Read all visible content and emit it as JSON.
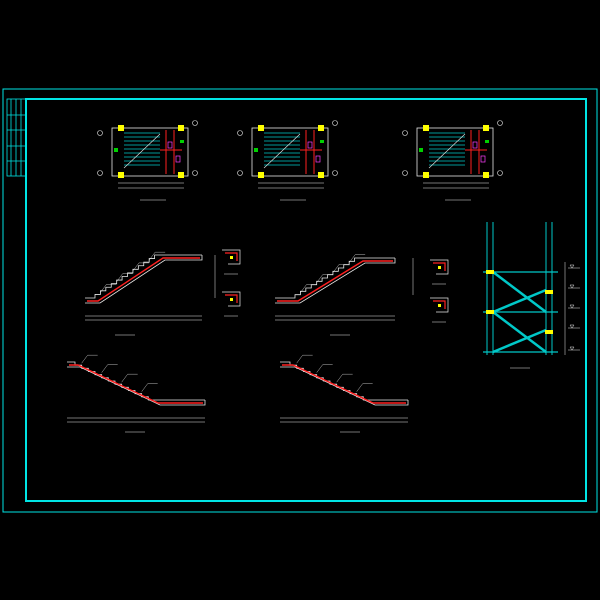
{
  "drawing": {
    "kind": "CAD stair structural detail sheet",
    "background": "#000000",
    "colors": {
      "frame": "#00e5e5",
      "stair_outline": "#e8e8e8",
      "rebar_red": "#ff2020",
      "rebar_green": "#00d000",
      "accent_cyan": "#00c8c8",
      "yellow_block": "#ffff00",
      "magenta": "#ff40ff"
    },
    "plans": [
      {
        "id": "plan-1",
        "title": ""
      },
      {
        "id": "plan-2",
        "title": ""
      },
      {
        "id": "plan-3",
        "title": ""
      }
    ],
    "stair_sections": [
      {
        "id": "section-1",
        "title": ""
      },
      {
        "id": "section-2",
        "title": ""
      },
      {
        "id": "section-3",
        "title": ""
      },
      {
        "id": "section-4",
        "title": ""
      }
    ],
    "elevation": {
      "id": "elevation-1-1",
      "title": ""
    }
  }
}
